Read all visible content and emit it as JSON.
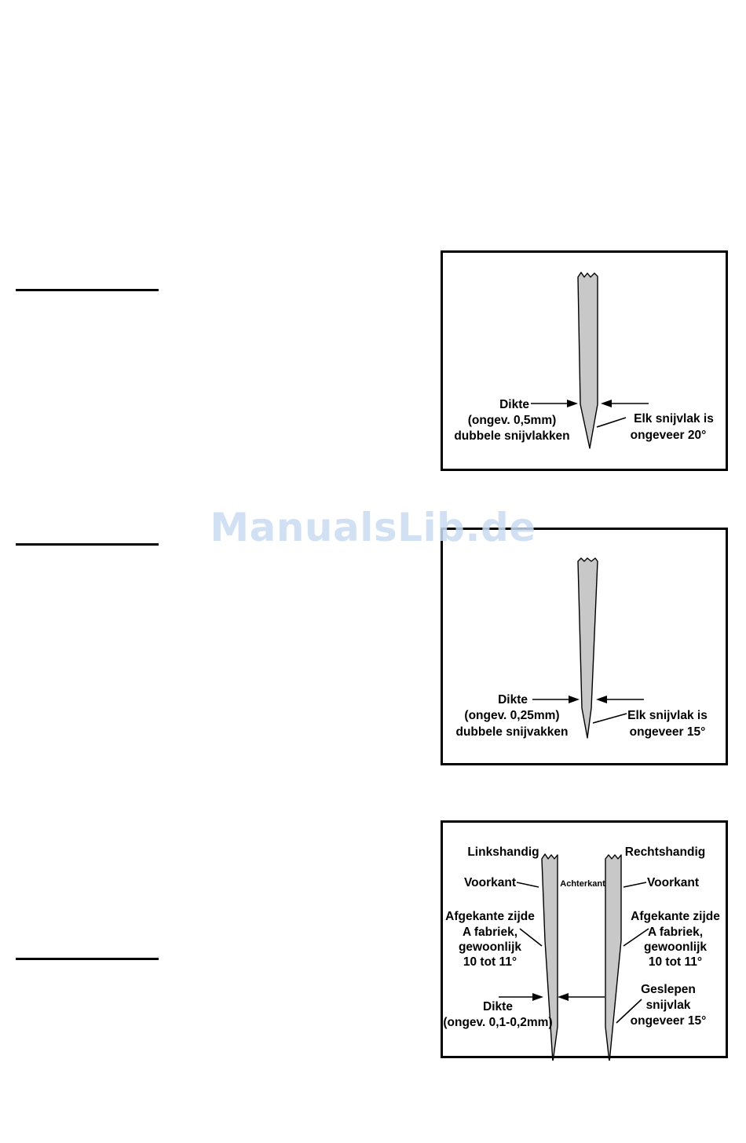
{
  "watermark": "ManualsLib.de",
  "figure1": {
    "label_thickness": "Dikte",
    "label_thickness_approx": "(ongev. 0,5mm)",
    "label_double_bevels": "dubbele snijvlakken",
    "label_each_bevel": "Elk snijvlak is",
    "label_each_bevel_angle": "ongeveer 20°"
  },
  "figure2": {
    "label_thickness": "Dikte",
    "label_thickness_approx": "(ongev. 0,25mm)",
    "label_double_bevels": "dubbele snijvakken",
    "label_each_bevel": "Elk snijvlak is",
    "label_each_bevel_angle": "ongeveer 15°"
  },
  "figure3": {
    "label_left_handed": "Linkshandig",
    "label_right_handed": "Rechtshandig",
    "label_front_left": "Voorkant",
    "label_back": "Achterkant",
    "label_front_right": "Voorkant",
    "left_bevel_lines": [
      "Afgekante zijde",
      "A fabriek,",
      "gewoonlijk",
      "10 tot 11°"
    ],
    "right_bevel_lines": [
      "Afgekante zijde",
      "A fabriek,",
      "gewoonlijk",
      "10 tot 11°"
    ],
    "label_thickness": "Dikte",
    "label_thickness_approx": "(ongev. 0,1-0,2mm)",
    "ground_bevel_lines": [
      "Geslepen",
      "snijvlak",
      "ongeveer 15°"
    ]
  }
}
